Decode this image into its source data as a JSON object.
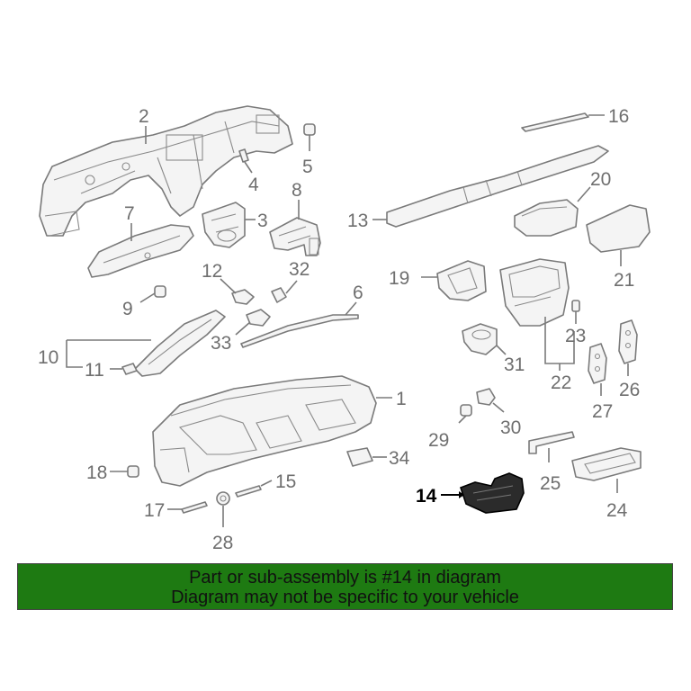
{
  "diagram": {
    "callouts": {
      "c1": "1",
      "c2": "2",
      "c3": "3",
      "c4": "4",
      "c5": "5",
      "c6": "6",
      "c7": "7",
      "c8": "8",
      "c9": "9",
      "c10": "10",
      "c11": "11",
      "c12": "12",
      "c13": "13",
      "c14": "14",
      "c15": "15",
      "c16": "16",
      "c17": "17",
      "c18": "18",
      "c19": "19",
      "c20": "20",
      "c21": "21",
      "c22": "22",
      "c23": "23",
      "c24": "24",
      "c25": "25",
      "c26": "26",
      "c27": "27",
      "c28": "28",
      "c29": "29",
      "c30": "30",
      "c31": "31",
      "c32": "32",
      "c33": "33",
      "c34": "34"
    },
    "highlighted_part": "14",
    "highlight_color": "#000000",
    "line_color": "#7a7a7a"
  },
  "banner": {
    "line1": "Part or sub-assembly is #14 in diagram",
    "line2": "Diagram may not be specific to your vehicle",
    "background": "#1e7a12"
  }
}
